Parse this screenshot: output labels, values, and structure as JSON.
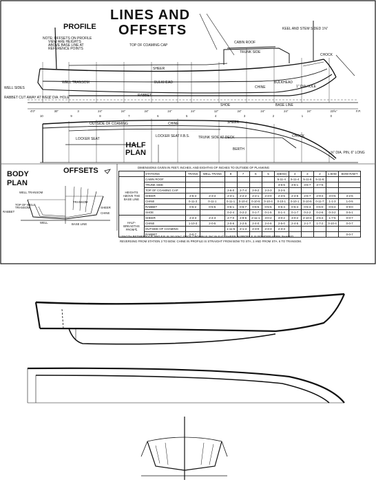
{
  "sheet": {
    "title_line1": "LINES AND",
    "title_line2": "OFFSETS",
    "profile_label": "PROFILE",
    "note": [
      "NOTE: OFFSETS ON PROFILE",
      "VIEW ARE HEIGHTS",
      "ABOVE BASE LINE AT",
      "REFERENCE POINTS"
    ],
    "keel_stem": "KEEL AND STEM SIDED 1⅜\"",
    "labels": {
      "cabin_roof": "CABIN ROOF",
      "trunk_side": "TRUNK SIDE",
      "top_coaming_cap": "TOP OF COAMING CAP",
      "shear": "SHEER",
      "well_transom": "WELL TRANSOM",
      "bulkhead": "BULKHEAD",
      "bulkhead2": "BULKHEAD",
      "chine": "CHINE",
      "chock": "CHOCK",
      "rabbet": "RABBET",
      "well_sides": "WELL SIDES",
      "rabbet_cut_away": "RABBET CUT AWAY AT WELL",
      "dia_hole": "1\" DIA. HOLE",
      "dia_hole2": "1\" DIA HOLE",
      "shoe": "SHOE",
      "base_line": "BASE LINE",
      "outside_coaming": "OUTSIDE OF COAMING",
      "chine_plan": "CHINE",
      "sheer_plan": "SHEER",
      "locker_seat": "LOCKER SEAT",
      "locker_seat_fbs": "LOCKER SEAT F.B.S.",
      "trunk_side_deck": "TRUNK SIDE AT DECK",
      "berth": "BERTH",
      "chock_plan": "CHOCK",
      "pin": "⅝\" DIA. PIN, 6\" LONG",
      "half_plan": "HALF PLAN"
    },
    "profile_stations": [
      "4'0\"",
      "30\"",
      "3",
      "24\"",
      "24\"",
      "24\"",
      "24\"",
      "24\"",
      "12\"",
      "24\"",
      "24\"",
      "24\"",
      "24\"",
      "23⅝\"",
      "F.P."
    ],
    "station_numbers": [
      "10",
      "9",
      "8",
      "7",
      "6",
      "5",
      "4",
      "3",
      "2",
      "1",
      "0"
    ],
    "body_plan_title_1": "BODY",
    "body_plan_title_2": "PLAN",
    "body_labels": {
      "well_transom": "WELL TRANSOM",
      "top_well_transom": "TOP OF WELL TRANSOM",
      "transom": "TRANSOM",
      "sheer": "SHEER",
      "chine": "CHINE",
      "rabbet": "RABBET",
      "well": "WELL",
      "base_line": "BASE LINE"
    },
    "offsets_title": "OFFSETS",
    "table_caption": "DIMENSIONS GIVEN IN FEET, INCHES, AND EIGHTHS OF INCHES TO OUTSIDE OF PLANKING",
    "table": {
      "header": [
        "STATIONS",
        "TRANS",
        "WELL TRANS",
        "8",
        "7",
        "6",
        "5",
        "4(BHD)",
        "4",
        "3",
        "2",
        "1 BHD",
        "BOW RAB'T"
      ],
      "group_heights": "HEIGHTS ABOVE THE BASE LINE",
      "group_half": "HALF-BREADTHS FROM ℄",
      "rows": [
        [
          "CABIN ROOF",
          "",
          "",
          "",
          "",
          "",
          "",
          "5-11-4",
          "5-11-4",
          "5-11-6",
          "5-11-6",
          "",
          ""
        ],
        [
          "TRUNK SIDE",
          "",
          "",
          "",
          "",
          "",
          "",
          "3-5-6",
          "3-6-1",
          "3-6-7",
          "3-7-5",
          "",
          ""
        ],
        [
          "TOP OF COAMING CAP",
          "",
          "",
          "2-6-0",
          "2-7-4",
          "2-9-2",
          "2-3-3",
          "3-2-5",
          "",
          "",
          "",
          "",
          ""
        ],
        [
          "SHEER",
          "2-5-4",
          "2-3-4",
          "2-3-1",
          "2-2-2",
          "2-2-1",
          "2-3-0",
          "2-3-5",
          "2-4-6",
          "2-6-7",
          "2-9-4",
          "3-0-5",
          "3-2-6"
        ],
        [
          "CHINE",
          "0-11-3",
          "0-11-1",
          "0-11-1",
          "0-10-4",
          "0-10-5",
          "0-10-4",
          "0-10-1",
          "0-10-1",
          "0-10-5",
          "0-11-7",
          "1-1-3",
          "1-0-5"
        ],
        [
          "RABBET",
          "0-5-2",
          "0-5-5",
          "0-6-1",
          "0-6-7",
          "0-6-5",
          "0-5-5",
          "0-5-4",
          "0-5-4",
          "0-5-3",
          "0-6-0",
          "0-6-4",
          "0-9-0"
        ],
        [
          "SHOE",
          "",
          "",
          "0-2-4",
          "0-2-2",
          "0-1-7",
          "0-1-5",
          "0-1-4",
          "0-1-7",
          "0-2-2",
          "0-2-6",
          "0-3-2",
          "0-5-1"
        ],
        [
          "SHEER",
          "2-3-3",
          "2-4-3",
          "2-7-0",
          "2-9-6",
          "2-11-1",
          "3-0-2",
          "3-0-2",
          "3-0-2",
          "2-10-4",
          "2-5-4",
          "1-7-5",
          "0-0-7"
        ],
        [
          "CHINE",
          "1-10-3",
          "2-0-5",
          "2-0-6",
          "2-2-5",
          "2-4-0",
          "2-4-6",
          "2-5-0",
          "2-4-5",
          "2-1-7",
          "1-7-2",
          "0-10-4",
          "0-0-7"
        ],
        [
          "OUTSIDE OF COAMING",
          "",
          "",
          "1-11-5",
          "2-1-4",
          "2-3-0",
          "2-3-3",
          "2-3-3",
          "",
          "",
          "",
          "",
          ""
        ],
        [
          "RABBET",
          "0-0-7",
          "",
          "",
          "",
          "",
          "",
          "",
          "",
          "",
          "",
          "",
          "0-0-7"
        ]
      ]
    },
    "footnote_1": "LENGTH BETWEEN A.P. AND F.P. IS 18'-10¾\". DECK CROWN IS 3⅜\" IN 5'-0\". SHEER IN PROFILE IS POWDER-HORN SHAPED.",
    "footnote_2": "REVERSING FROM STATION 3 TO BOW. CHINE IN PROFILE IS STRAIGHT FROM BOW TO STA. 2 AND FROM STA. 6 TO TRANSOM."
  }
}
